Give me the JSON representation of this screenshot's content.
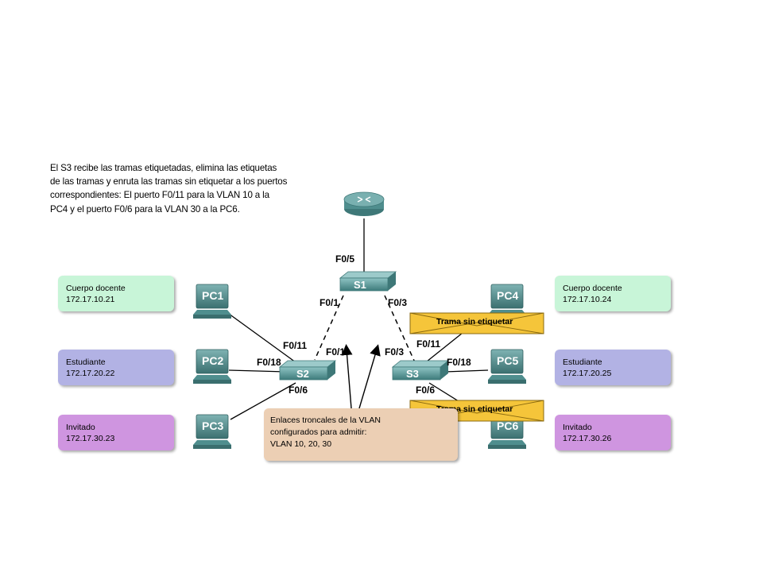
{
  "description": [
    "El S3 recibe las tramas etiquetadas, elimina las etiquetas",
    "de las tramas y enruta las tramas sin etiquetar a los puertos",
    "correspondientes: El puerto F0/11 para la VLAN 10 a la",
    "PC4 y el puerto F0/6 para la VLAN 30 a la PC6."
  ],
  "vlans_left": [
    {
      "name": "Cuerpo docente",
      "ip": "172.17.10.21"
    },
    {
      "name": "Estudiante",
      "ip": "172.17.20.22"
    },
    {
      "name": "Invitado",
      "ip": "172.17.30.23"
    }
  ],
  "vlans_right": [
    {
      "name": "Cuerpo docente",
      "ip": "172.17.10.24"
    },
    {
      "name": "Estudiante",
      "ip": "172.17.20.25"
    },
    {
      "name": "Invitado",
      "ip": "172.17.30.26"
    }
  ],
  "devices": {
    "router": "router-icon",
    "s1": "S1",
    "s2": "S2",
    "s3": "S3",
    "pc1": "PC1",
    "pc2": "PC2",
    "pc3": "PC3",
    "pc4": "PC4",
    "pc5": "PC5",
    "pc6": "PC6"
  },
  "ports": {
    "s1_router": "F0/5",
    "s1_left": "F0/1",
    "s1_right": "F0/3",
    "s2_f011": "F0/11",
    "s2_f018": "F0/18",
    "s2_f06": "F0/6",
    "s2_f01": "F0/1",
    "s3_f03": "F0/3",
    "s3_f011": "F0/11",
    "s3_f018": "F0/18",
    "s3_f06": "F0/6"
  },
  "frames": {
    "frame1": "Trama sin etiquetar",
    "frame2": "Trama sin etiquetar"
  },
  "trunk_note": [
    "Enlaces troncales de la VLAN",
    "configurados para admitir:",
    "VLAN 10, 20, 30"
  ],
  "colors": {
    "vlan10": "#c8f5d8",
    "vlan20": "#b2b2e4",
    "vlan30": "#cf95e0",
    "trunk_note": "#eccfb4",
    "frame": "#f5c53a",
    "device": "#4f8e8e"
  }
}
